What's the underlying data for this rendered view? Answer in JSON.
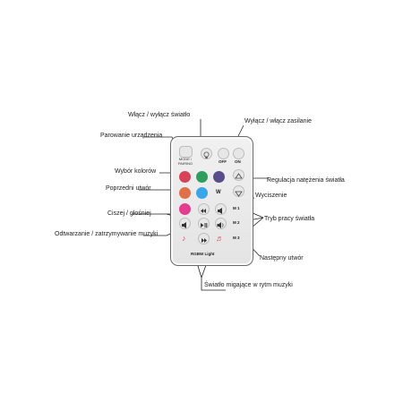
{
  "labels": {
    "power_light": "Włącz / wyłącz światło",
    "power_main": "Wyłącz / włącz zasilanie",
    "pairing": "Parowanie urządzenia",
    "color_select": "Wybór kolorów",
    "brightness": "Regulacja natężenia światła",
    "previous_track": "Poprzedni utwór",
    "mute": "Wyciszenie",
    "volume": "Ciszej / głośniej",
    "light_mode": "Tryb pracy światła",
    "play_pause": "Odtwarzanie / zatrzymywanie muzyki",
    "next_track": "Następny utwór",
    "music_flash": "Światło migające w rytm muzyki"
  },
  "remote": {
    "pair_text": "MODE / PAIRING",
    "off_text": "OFF",
    "on_text": "ON",
    "w_text": "W",
    "mode1": "M 1",
    "mode2": "M 2",
    "mode3": "M 3",
    "logo_text": "RGBW Light"
  },
  "colors": {
    "red": "#d9435a",
    "green": "#2e9e5e",
    "purple": "#5a4b8a",
    "orange": "#e0704a",
    "teal": "#3aa89a",
    "blue": "#3aa6e8",
    "pink": "#e33e8e",
    "note_red": "#d8485a"
  }
}
